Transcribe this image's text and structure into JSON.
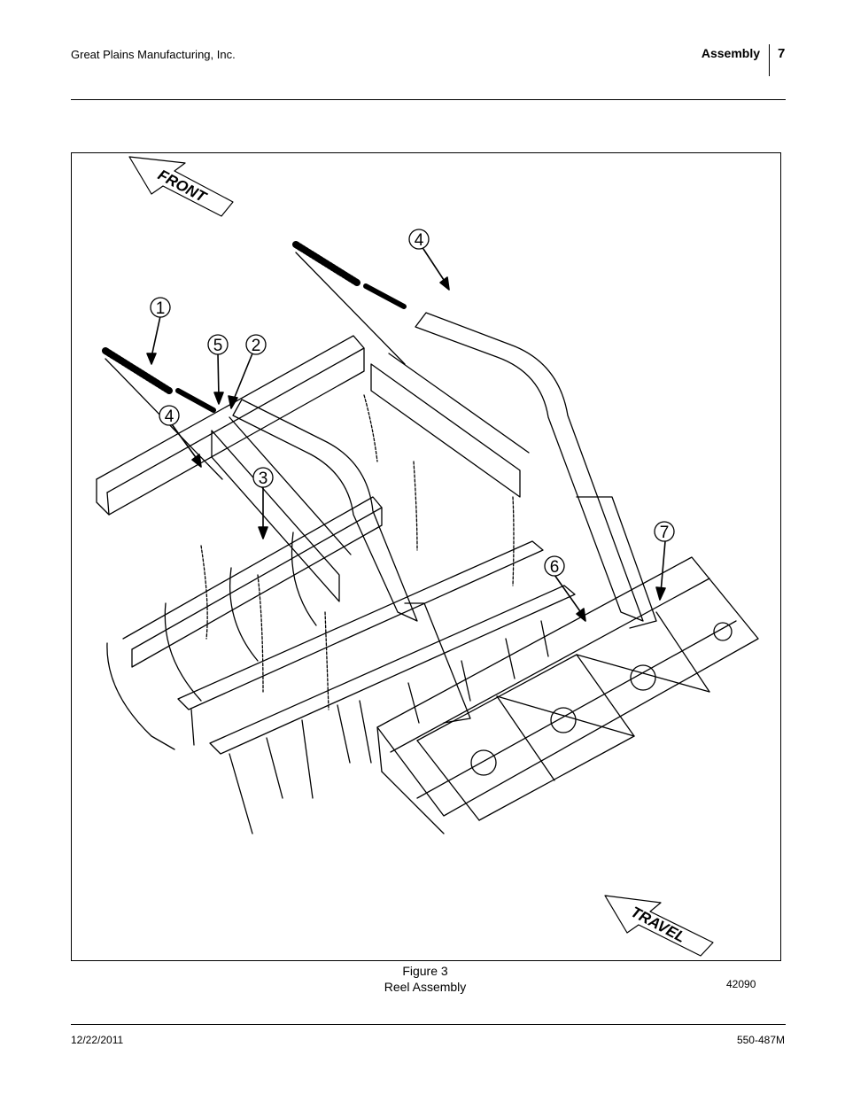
{
  "header": {
    "company": "Great Plains Manufacturing, Inc.",
    "section": "Assembly",
    "page_number": "7"
  },
  "figure": {
    "direction_labels": {
      "front": "FRONT",
      "travel": "TRAVEL"
    },
    "callouts": [
      {
        "id": "1",
        "label": "1"
      },
      {
        "id": "2",
        "label": "2"
      },
      {
        "id": "3",
        "label": "3"
      },
      {
        "id": "4a",
        "label": "4"
      },
      {
        "id": "4b",
        "label": "4"
      },
      {
        "id": "5",
        "label": "5"
      },
      {
        "id": "6",
        "label": "6"
      },
      {
        "id": "7",
        "label": "7"
      }
    ],
    "caption_line1": "Figure 3",
    "caption_line2": "Reel Assembly",
    "figure_number": "42090"
  },
  "footer": {
    "date": "12/22/2011",
    "doc_number": "550-487M"
  }
}
